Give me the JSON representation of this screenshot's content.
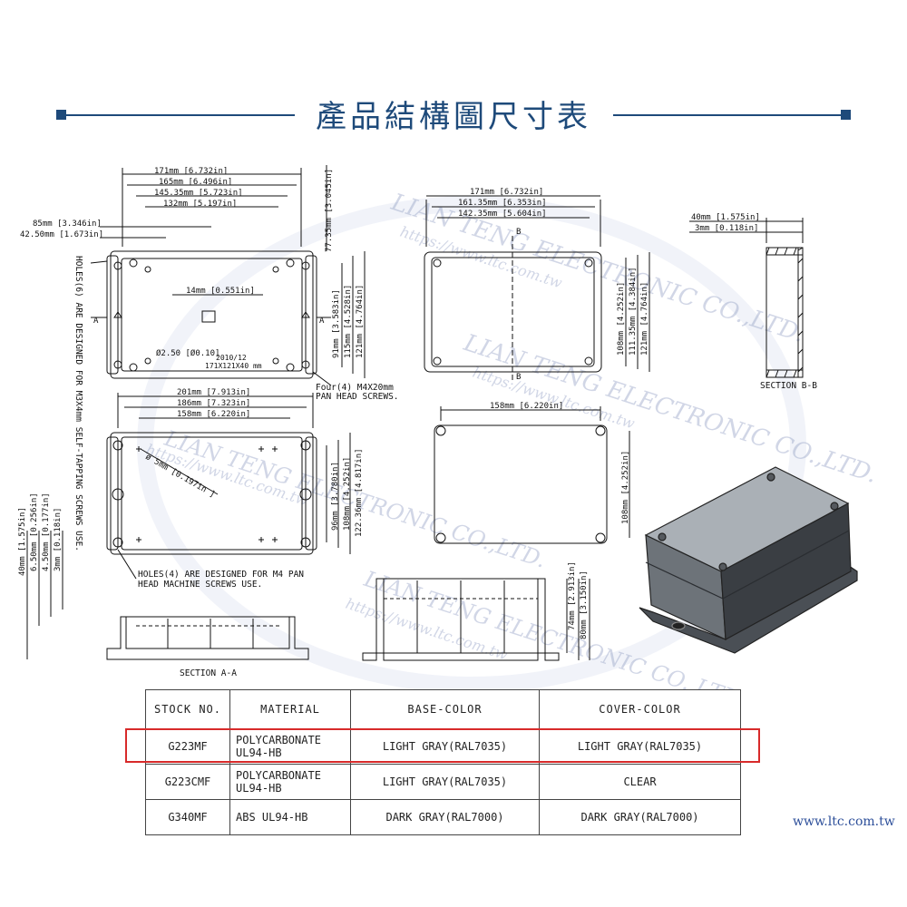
{
  "header": {
    "title": "產品結構圖尺寸表",
    "accent": "#1e4a7a"
  },
  "dims": {
    "top_171": "171mm  [6.732in]",
    "top_165": "165mm  [6.496in]",
    "top_145": "145.35mm [5.723in]",
    "top_132": "132mm  [5.197in]",
    "left_85": "85mm  [3.346in]",
    "left_42": "42.50mm [1.673in]",
    "v_77": "77.35mm [3.045in]",
    "h_14": "14mm  [0.551in]",
    "v_91": "91mm [3.583in]",
    "v_115": "115mm [4.528in]",
    "v_121": "121mm [4.764in]",
    "d_250": "Ø2.50 [Ø0.10]",
    "stamp1": "2010/12",
    "stamp2": "171X121X40 mm",
    "note_holes6": "HOLES(6) ARE DESIGNED FOR M3X4mm SELF-TAPPING SCREWS USE.",
    "note_screws_1": "Four(4) M4X20mm",
    "note_screws_2": "PAN HEAD SCREWS.",
    "mark_a": "A",
    "c_171": "171mm  [6.732in]",
    "c_161": "161.35mm [6.353in]",
    "c_142": "142.35mm [5.604in]",
    "mark_b": "B",
    "c_v108": "108mm [4.252in]",
    "c_v111": "111.35mm [4.384in]",
    "c_v121": "121mm [4.764in]",
    "s_40": "40mm  [1.575in]",
    "s_3": "3mm  [0.118in]",
    "section_bb": "SECTION B-B",
    "b_201": "201mm  [7.913in]",
    "b_186": "186mm  [7.323in]",
    "b_158": "158mm  [6.220in]",
    "b_d5": "ø 5mm  [0.197in ]",
    "b_v96": "96mm [3.780in]",
    "b_v108": "108mm [4.252in]",
    "b_v122": "122.36mm [4.817in]",
    "note_holes4_1": "HOLES(4) ARE DESIGNED FOR M4 PAN",
    "note_holes4_2": "HEAD MACHINE SCREWS USE.",
    "l_158": "158mm  [6.220in]",
    "l_v108": "108mm  [4.252in]",
    "sa_40": "40mm [1.575in]",
    "sa_650": "6.50mm [0.256in]",
    "sa_450": "4.50mm [0.177in]",
    "sa_3": "3mm [0.118in]",
    "section_aa": "SECTION A-A",
    "sr_74": "74mm [2.913in]",
    "sr_80": "80mm [3.150in]"
  },
  "watermark": {
    "line1": "LIAN TENG ELECTRONIC CO.,LTD.",
    "line2": "https://www.ltc.com.tw"
  },
  "table": {
    "headers": [
      "STOCK NO.",
      "MATERIAL",
      "BASE-COLOR",
      "COVER-COLOR"
    ],
    "rows": [
      {
        "stock": "G223MF",
        "material_1": "POLYCARBONATE",
        "material_2": "UL94-HB",
        "base": "LIGHT GRAY(RAL7035)",
        "cover": "LIGHT GRAY(RAL7035)"
      },
      {
        "stock": "G223CMF",
        "material_1": "POLYCARBONATE",
        "material_2": "UL94-HB",
        "base": "LIGHT GRAY(RAL7035)",
        "cover": "CLEAR"
      },
      {
        "stock": "G340MF",
        "material_1": "ABS UL94-HB",
        "material_2": "",
        "base": "DARK GRAY(RAL7000)",
        "cover": "DARK GRAY(RAL7000)"
      }
    ],
    "highlight_color": "#d82a2a"
  },
  "site": "www.ltc.com.tw"
}
